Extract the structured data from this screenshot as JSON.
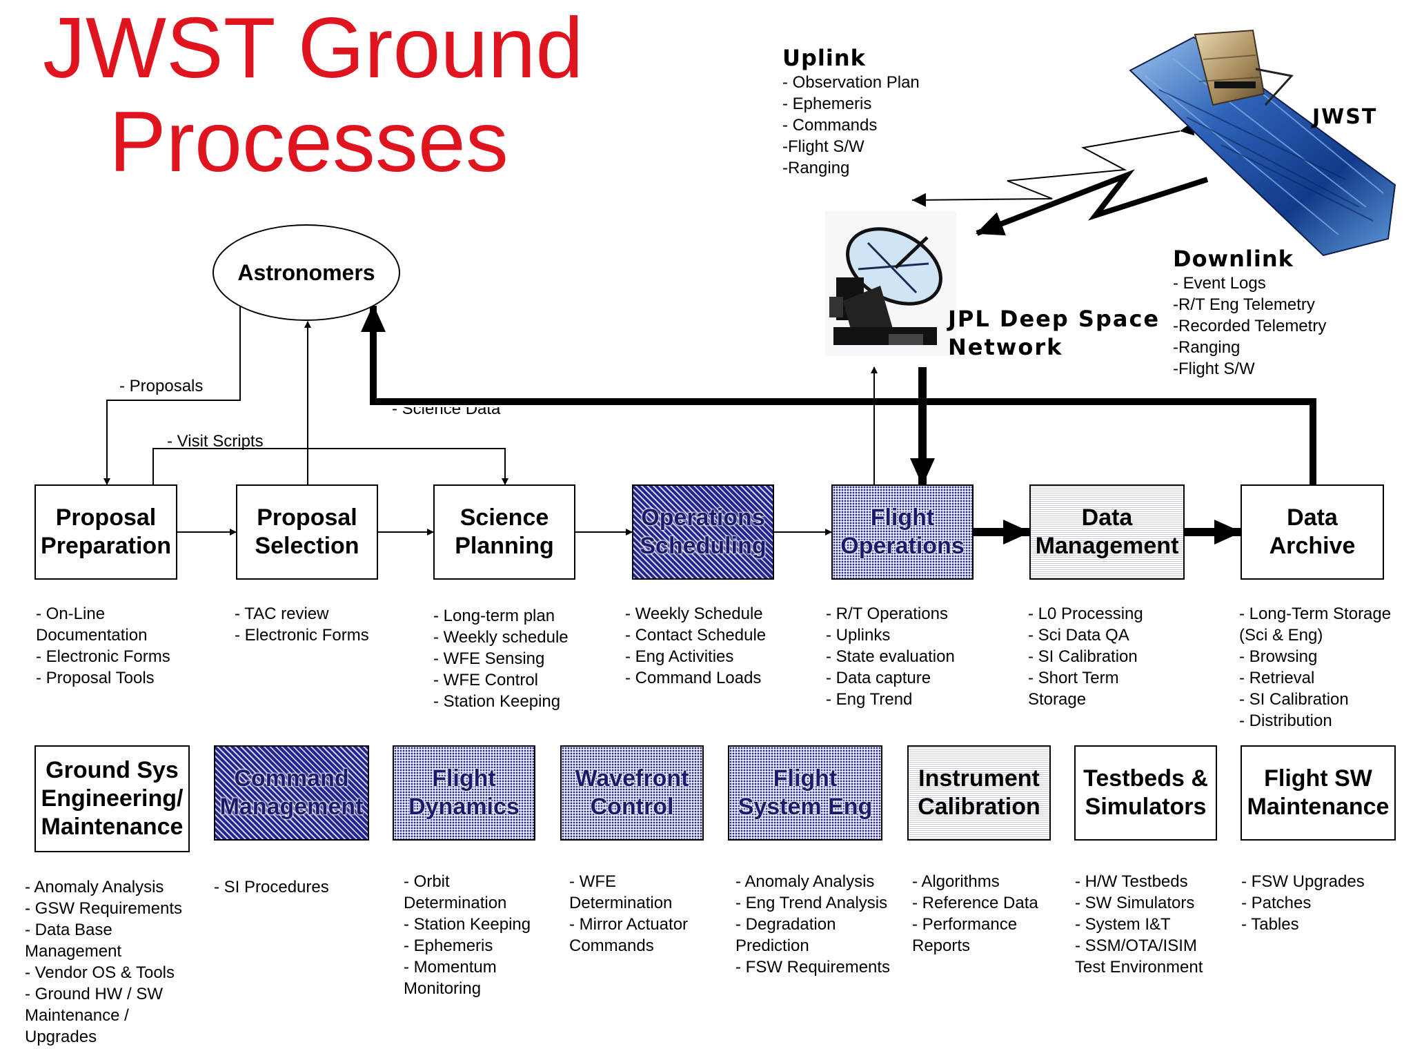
{
  "title": {
    "line1": "JWST Ground",
    "line2": "Processes"
  },
  "astronomers": "Astronomers",
  "uplink": {
    "heading": "Uplink",
    "items": "- Observation Plan\n- Ephemeris\n- Commands\n-Flight S/W\n-Ranging"
  },
  "downlink": {
    "heading": "Downlink",
    "items": "- Event Logs\n-R/T Eng Telemetry\n-Recorded Telemetry\n-Ranging\n-Flight S/W"
  },
  "jwst_label": "JWST",
  "dsn_label": "JPL Deep Space\nNetwork",
  "flows": {
    "proposals": "- Proposals",
    "visit_scripts": "- Visit Scripts",
    "science_data": "- Science Data"
  },
  "top_boxes": [
    {
      "label": "Proposal\nPreparation",
      "desc": "- On-Line\nDocumentation\n- Electronic Forms\n- Proposal Tools"
    },
    {
      "label": "Proposal\nSelection",
      "desc": "- TAC review\n- Electronic Forms"
    },
    {
      "label": "Science\nPlanning",
      "desc": "- Long-term plan\n- Weekly schedule\n- WFE Sensing\n- WFE Control\n- Station Keeping"
    },
    {
      "label": "Operations\nScheduling",
      "desc": "- Weekly Schedule\n- Contact Schedule\n- Eng Activities\n- Command Loads"
    },
    {
      "label": "Flight\nOperations",
      "desc": "- R/T Operations\n- Uplinks\n- State evaluation\n- Data capture\n- Eng Trend"
    },
    {
      "label": "Data\nManagement",
      "desc": "- L0 Processing\n- Sci Data QA\n- SI Calibration\n- Short Term\nStorage"
    },
    {
      "label": "Data\nArchive",
      "desc": "- Long-Term Storage\n(Sci & Eng)\n- Browsing\n- Retrieval\n- SI Calibration\n- Distribution"
    }
  ],
  "bottom_boxes": [
    {
      "label": "Ground Sys\nEngineering/\nMaintenance",
      "desc": "- Anomaly Analysis\n- GSW Requirements\n- Data Base\nManagement\n- Vendor OS & Tools\n- Ground HW / SW\nMaintenance /\nUpgrades"
    },
    {
      "label": "Command\nManagement",
      "desc": "- SI Procedures"
    },
    {
      "label": "Flight\nDynamics",
      "desc": "- Orbit\nDetermination\n- Station Keeping\n- Ephemeris\n- Momentum\nMonitoring"
    },
    {
      "label": "Wavefront\nControl",
      "desc": "- WFE\nDetermination\n- Mirror Actuator\nCommands"
    },
    {
      "label": "Flight\nSystem Eng",
      "desc": "- Anomaly Analysis\n- Eng Trend Analysis\n- Degradation\nPrediction\n- FSW Requirements"
    },
    {
      "label": "Instrument\nCalibration",
      "desc": "- Algorithms\n- Reference Data\n- Performance\nReports"
    },
    {
      "label": "Testbeds &\nSimulators",
      "desc": "- H/W Testbeds\n- SW Simulators\n- System I&T\n- SSM/OTA/ISIM\nTest Environment"
    },
    {
      "label": "Flight SW\nMaintenance",
      "desc": "- FSW Upgrades\n- Patches\n- Tables"
    }
  ]
}
